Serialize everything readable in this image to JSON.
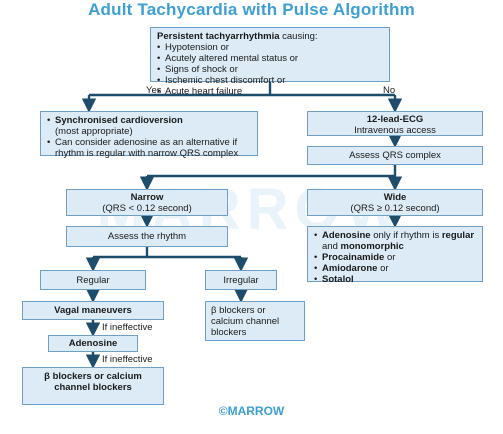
{
  "title": "Adult Tachycardia with Pulse Algorithm",
  "watermark": "MARROW",
  "footer": "©MARROW",
  "colors": {
    "title": "#3d9fd3",
    "box_fill": "#dcebf6",
    "box_border": "#6f9fc4",
    "line": "#1e4d6b"
  },
  "top": {
    "heading": "Persistent tachyarrhythmia",
    "heading_suffix": " causing:",
    "items": [
      "Hypotension or",
      "Acutely altered mental status or",
      "Signs of shock or",
      "Ischemic chest discomfort or",
      "Acute heart failure"
    ]
  },
  "branch_yes": "Yes",
  "branch_no": "No",
  "cardioversion": {
    "item1_bold": "Synchronised cardioversion",
    "item1_rest": "(most appropriate)",
    "item2": "Can consider adenosine as an alternative if rhythm is regular with narrow QRS complex"
  },
  "ecg": {
    "line1": "12-lead-ECG",
    "line2": "Intravenous access"
  },
  "assess_qrs": "Assess QRS complex",
  "narrow": {
    "title": "Narrow",
    "sub": "(QRS < 0.12 second)"
  },
  "wide": {
    "title": "Wide",
    "sub": "(QRS ≥ 0.12 second)"
  },
  "assess_rhythm": "Assess the rhythm",
  "wide_treatment": {
    "i1_bold": "Adenosine",
    "i1_text": " only if rhythm is ",
    "i1_bold2": "regular",
    "i1_text2": " and ",
    "i1_bold3": "monomorphic",
    "i2_bold": "Procainamide",
    "i2_text": " or",
    "i3_bold": "Amiodarone",
    "i3_text": " or",
    "i4_bold": "Sotalol"
  },
  "regular": "Regular",
  "irregular": "Irregular",
  "vagal": "Vagal maneuvers",
  "if_ineffective_1": "If ineffective",
  "adenosine": "Adenosine",
  "if_ineffective_2": "If ineffective",
  "beta_blockers_final": "β blockers or calcium channel blockers",
  "beta_blockers_irregular": "β blockers or calcium channel blockers"
}
